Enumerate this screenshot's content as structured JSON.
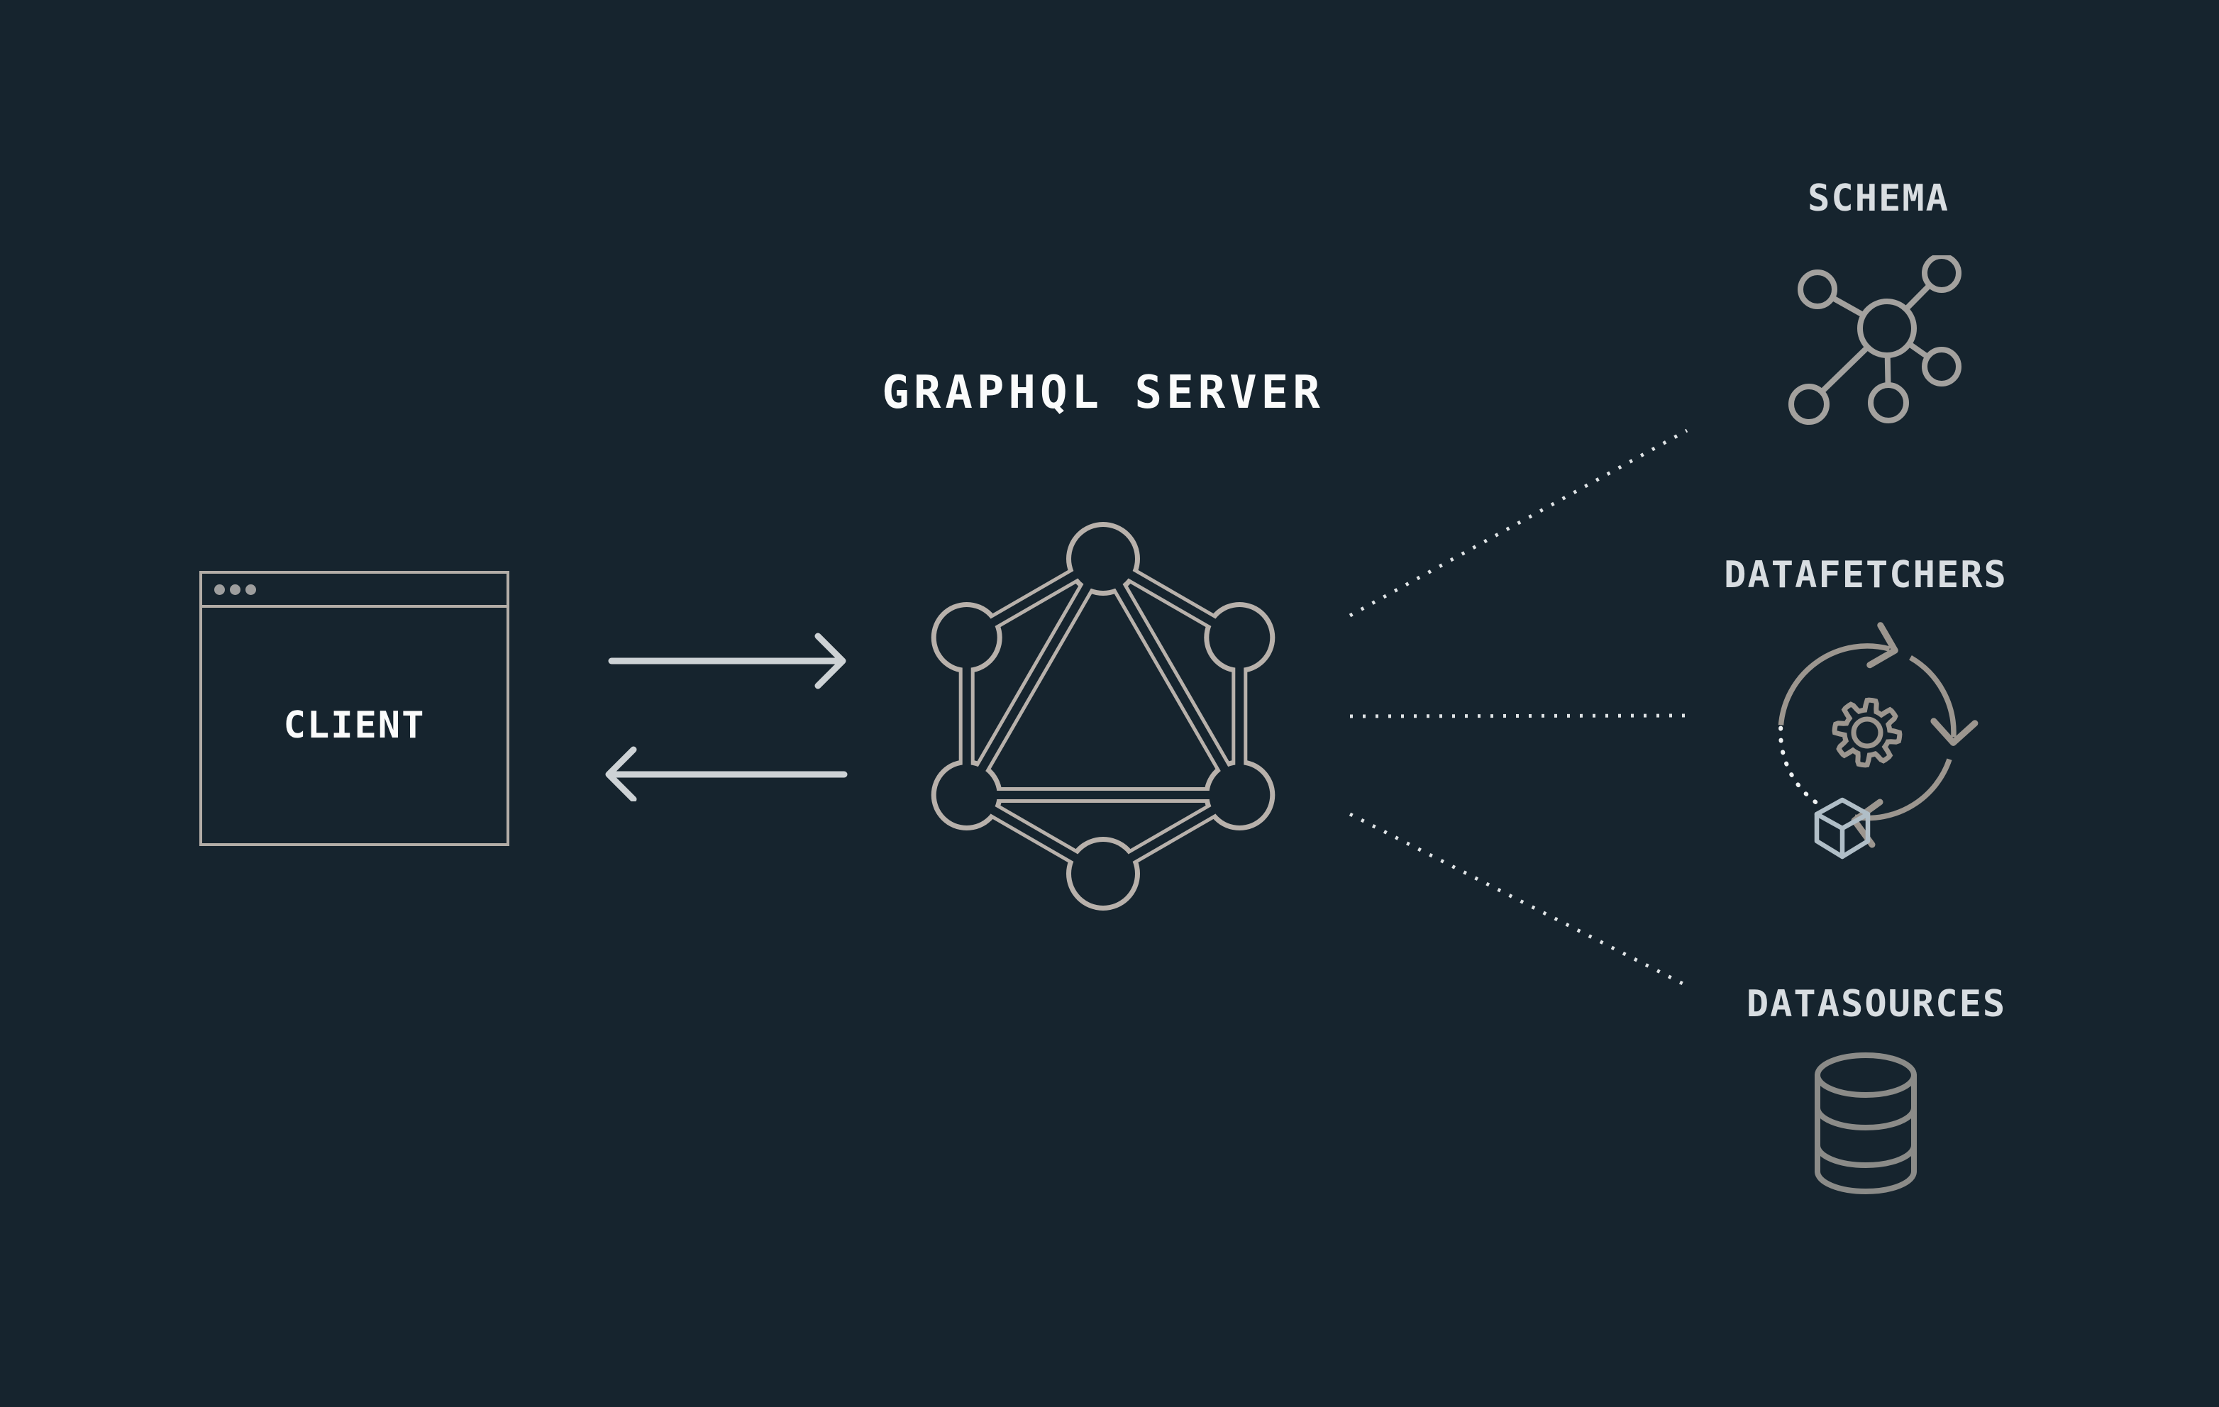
{
  "client": {
    "label": "CLIENT"
  },
  "server": {
    "label": "GRAPHQL SERVER"
  },
  "targets": {
    "schema": {
      "label": "SCHEMA"
    },
    "datafetchers": {
      "label": "DATAFETCHERS"
    },
    "datasources": {
      "label": "DATASOURCES"
    }
  },
  "icons": {
    "window_dots_count": 3,
    "names": [
      "browser-window-icon",
      "graphql-logo-icon",
      "schema-graph-icon",
      "datafetchers-cycle-icon",
      "gear-icon",
      "cube-icon",
      "database-icon"
    ]
  },
  "colors": {
    "background": "#16242e",
    "logo_stroke": "#b8b1ab",
    "window_stroke": "#b3ada7",
    "window_dots": "#9e9e9e",
    "text_white": "#fafbfb",
    "label_light": "#d8dde1",
    "arrow": "#cdd2d5",
    "dotted": "#e0e4e6",
    "schema_icon": "#a3a19e",
    "cycle_icon": "#9c968f",
    "cube_icon": "#b0bec7",
    "dotted_arc": "#eef1f2",
    "database_icon": "#8b8b88"
  }
}
